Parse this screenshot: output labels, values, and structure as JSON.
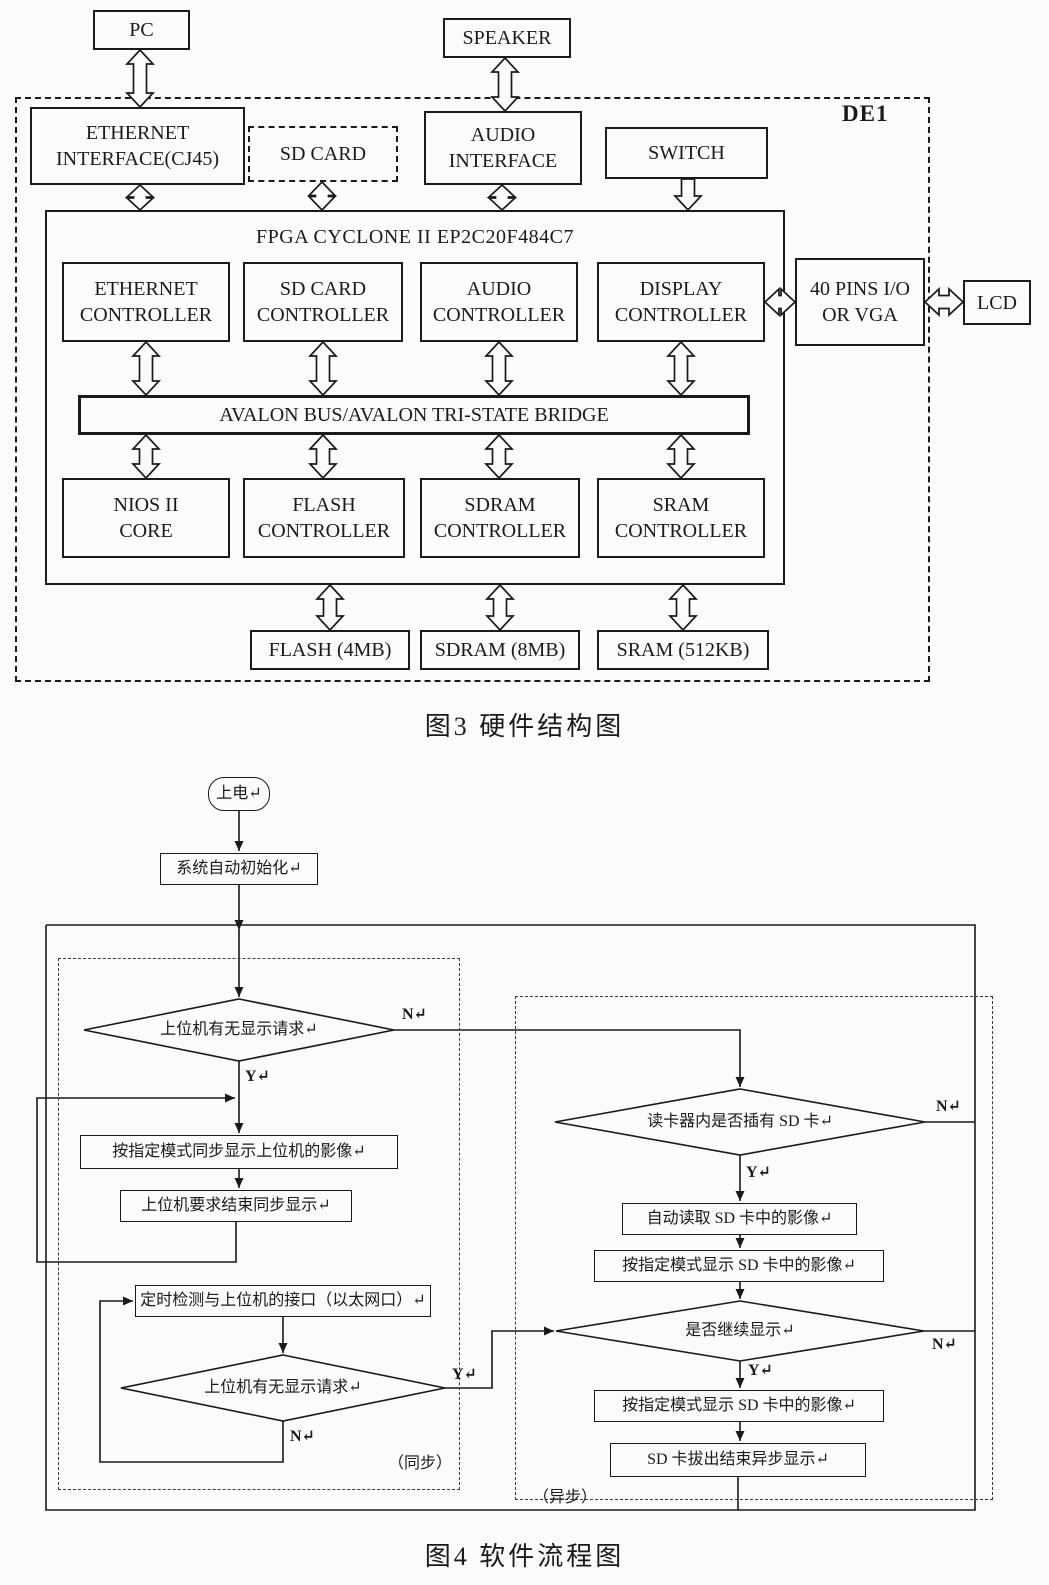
{
  "figure3": {
    "caption": "图3 硬件结构图",
    "board_label": "DE1",
    "pc": "PC",
    "speaker": "SPEAKER",
    "ethernet_interface": "ETHERNET\nINTERFACE(CJ45)",
    "sd_card": "SD CARD",
    "audio_interface": "AUDIO\nINTERFACE",
    "switch": "SWITCH",
    "fpga_title": "FPGA CYCLONE II EP2C20F484C7",
    "ethernet_controller": "ETHERNET\nCONTROLLER",
    "sd_card_controller": "SD CARD\nCONTROLLER",
    "audio_controller": "AUDIO\nCONTROLLER",
    "display_controller": "DISPLAY\nCONTROLLER",
    "avalon_bridge": "AVALON BUS/AVALON TRI-STATE BRIDGE",
    "nios_core": "NIOS II\nCORE",
    "flash_controller": "FLASH\nCONTROLLER",
    "sdram_controller": "SDRAM\nCONTROLLER",
    "sram_controller": "SRAM\nCONTROLLER",
    "flash_mem": "FLASH (4MB)",
    "sdram_mem": "SDRAM (8MB)",
    "sram_mem": "SRAM (512KB)",
    "pins_io": "40 PINS I/O\nOR VGA",
    "lcd": "LCD"
  },
  "figure4": {
    "caption": "图4 软件流程图",
    "power_on": "上电↵",
    "auto_init": "系统自动初始化↵",
    "host_display_request_1": "上位机有无显示请求↵",
    "sync_display_host": "按指定模式同步显示上位机的影像↵",
    "host_end_sync": "上位机要求结束同步显示↵",
    "timer_check_interface": "定时检测与上位机的接口（以太网口）↵",
    "host_display_request_2": "上位机有无显示请求↵",
    "sync_zone_label": "（同步）",
    "sd_card_inserted": "读卡器内是否插有 SD 卡↵",
    "auto_read_sd": "自动读取 SD 卡中的影像↵",
    "display_sd_1": "按指定模式显示 SD 卡中的影像↵",
    "continue_display": "是否继续显示↵",
    "display_sd_2": "按指定模式显示 SD 卡中的影像↵",
    "sd_removed_end_async": "SD 卡拔出结束异步显示↵",
    "async_zone_label": "（异步）",
    "yes": "Y↵",
    "no": "N↵"
  }
}
